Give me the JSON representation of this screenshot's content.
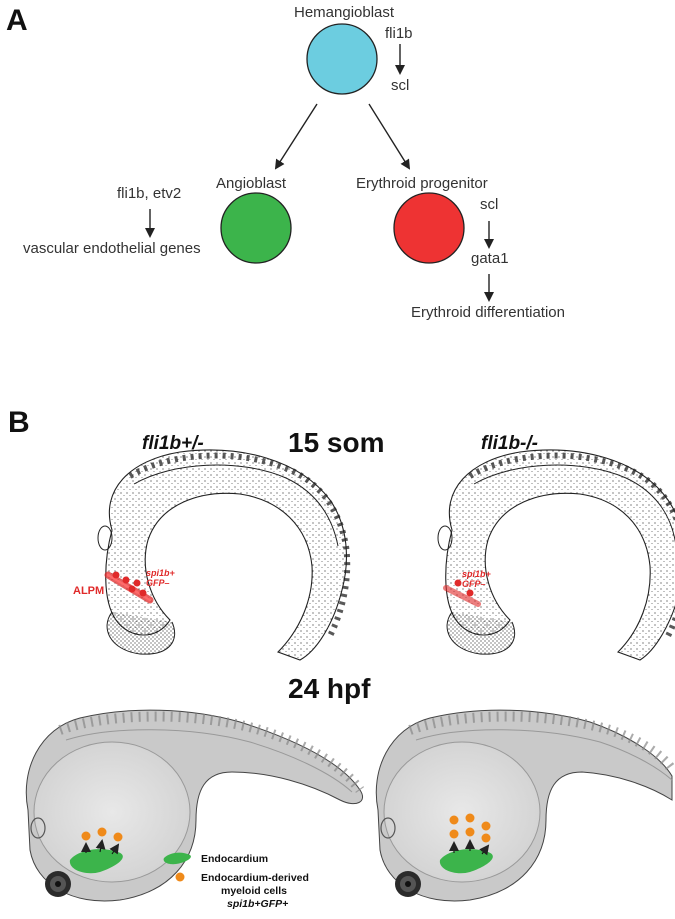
{
  "panel_a": {
    "letter": "A",
    "hemangioblast": "Hemangioblast",
    "fli1b_top": "fli1b",
    "scl_top": "scl",
    "angioblast": "Angioblast",
    "fli1b_etv2": "fli1b, etv2",
    "vascular_genes": "vascular endothelial genes",
    "erythroid_progenitor": "Erythroid progenitor",
    "scl_right": "scl",
    "gata1": "gata1",
    "erythroid_diff": "Erythroid differentiation",
    "colors": {
      "hemangioblast": "#6ccde0",
      "angioblast": "#3cb44b",
      "erythroid": "#ee3333"
    }
  },
  "panel_b": {
    "letter": "B",
    "het_label": "fli1b+/-",
    "mut_label": "fli1b-/-",
    "stage_15": "15 som",
    "stage_24": "24 hpf",
    "alpm": "ALPM",
    "spi1b_line1": "spi1b+",
    "spi1b_line2": "GFP–",
    "legend_endocardium": "Endocardium",
    "legend_myeloid_line1": "Endocardium-derived",
    "legend_myeloid_line2": "myeloid cells",
    "legend_myeloid_line3": "spi1b+GFP+",
    "colors": {
      "endocardium": "#3cb44b",
      "myeloid": "#ef8a1a",
      "red_cells": "#e02a2a"
    }
  }
}
